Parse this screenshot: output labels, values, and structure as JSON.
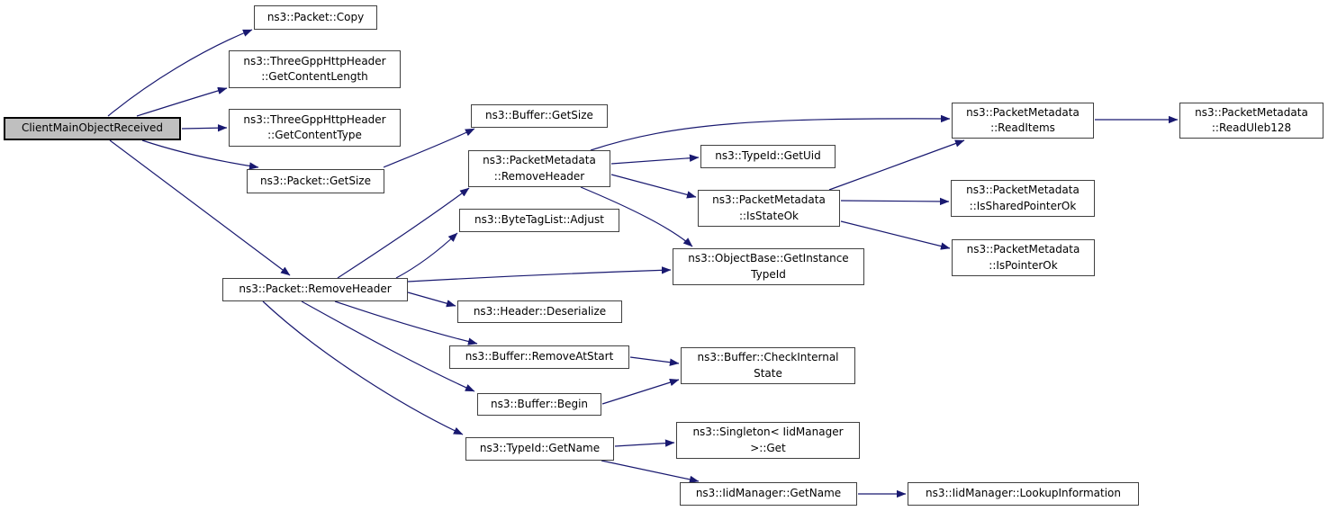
{
  "diagram": {
    "type": "call-graph",
    "root_function": "ClientMainObjectReceived",
    "colors": {
      "edge": "#191970",
      "node_border": "#404040",
      "node_fill": "#ffffff",
      "root_border": "#000000",
      "root_fill": "#bfbfbf",
      "text": "#000000",
      "background": "#ffffff"
    },
    "nodes": [
      {
        "id": "client-main-object-received",
        "highlighted": true,
        "lines": [
          "ClientMainObjectReceived"
        ]
      },
      {
        "id": "packet-copy",
        "highlighted": false,
        "lines": [
          "ns3::Packet::Copy"
        ]
      },
      {
        "id": "three-gpp-http-header-get-content-length",
        "highlighted": false,
        "lines": [
          "ns3::ThreeGppHttpHeader",
          "::GetContentLength"
        ]
      },
      {
        "id": "three-gpp-http-header-get-content-type",
        "highlighted": false,
        "lines": [
          "ns3::ThreeGppHttpHeader",
          "::GetContentType"
        ]
      },
      {
        "id": "packet-get-size",
        "highlighted": false,
        "lines": [
          "ns3::Packet::GetSize"
        ]
      },
      {
        "id": "buffer-get-size",
        "highlighted": false,
        "lines": [
          "ns3::Buffer::GetSize"
        ]
      },
      {
        "id": "packet-metadata-remove-header",
        "highlighted": false,
        "lines": [
          "ns3::PacketMetadata",
          "::RemoveHeader"
        ]
      },
      {
        "id": "byte-tag-list-adjust",
        "highlighted": false,
        "lines": [
          "ns3::ByteTagList::Adjust"
        ]
      },
      {
        "id": "packet-remove-header",
        "highlighted": false,
        "lines": [
          "ns3::Packet::RemoveHeader"
        ]
      },
      {
        "id": "typeid-get-uid",
        "highlighted": false,
        "lines": [
          "ns3::TypeId::GetUid"
        ]
      },
      {
        "id": "packet-metadata-is-state-ok",
        "highlighted": false,
        "lines": [
          "ns3::PacketMetadata",
          "::IsStateOk"
        ]
      },
      {
        "id": "object-base-get-instance-type-id",
        "highlighted": false,
        "lines": [
          "ns3::ObjectBase::GetInstance",
          "TypeId"
        ]
      },
      {
        "id": "header-deserialize",
        "highlighted": false,
        "lines": [
          "ns3::Header::Deserialize"
        ]
      },
      {
        "id": "buffer-remove-at-start",
        "highlighted": false,
        "lines": [
          "ns3::Buffer::RemoveAtStart"
        ]
      },
      {
        "id": "buffer-begin",
        "highlighted": false,
        "lines": [
          "ns3::Buffer::Begin"
        ]
      },
      {
        "id": "buffer-check-internal-state",
        "highlighted": false,
        "lines": [
          "ns3::Buffer::CheckInternal",
          "State"
        ]
      },
      {
        "id": "typeid-get-name",
        "highlighted": false,
        "lines": [
          "ns3::TypeId::GetName"
        ]
      },
      {
        "id": "singleton-iid-manager-get",
        "highlighted": false,
        "lines": [
          "ns3::Singleton< IidManager",
          ">::Get"
        ]
      },
      {
        "id": "iid-manager-get-name",
        "highlighted": false,
        "lines": [
          "ns3::IidManager::GetName"
        ]
      },
      {
        "id": "packet-metadata-read-items",
        "highlighted": false,
        "lines": [
          "ns3::PacketMetadata",
          "::ReadItems"
        ]
      },
      {
        "id": "packet-metadata-is-shared-pointer-ok",
        "highlighted": false,
        "lines": [
          "ns3::PacketMetadata",
          "::IsSharedPointerOk"
        ]
      },
      {
        "id": "packet-metadata-is-pointer-ok",
        "highlighted": false,
        "lines": [
          "ns3::PacketMetadata",
          "::IsPointerOk"
        ]
      },
      {
        "id": "packet-metadata-read-uleb128",
        "highlighted": false,
        "lines": [
          "ns3::PacketMetadata",
          "::ReadUleb128"
        ]
      },
      {
        "id": "iid-manager-lookup-information",
        "highlighted": false,
        "lines": [
          "ns3::IidManager::LookupInformation"
        ]
      }
    ],
    "edges": [
      {
        "from": "client-main-object-received",
        "to": "packet-copy"
      },
      {
        "from": "client-main-object-received",
        "to": "three-gpp-http-header-get-content-length"
      },
      {
        "from": "client-main-object-received",
        "to": "three-gpp-http-header-get-content-type"
      },
      {
        "from": "client-main-object-received",
        "to": "packet-get-size"
      },
      {
        "from": "client-main-object-received",
        "to": "packet-remove-header"
      },
      {
        "from": "packet-get-size",
        "to": "buffer-get-size"
      },
      {
        "from": "packet-remove-header",
        "to": "packet-metadata-remove-header"
      },
      {
        "from": "packet-remove-header",
        "to": "byte-tag-list-adjust"
      },
      {
        "from": "packet-remove-header",
        "to": "object-base-get-instance-type-id"
      },
      {
        "from": "packet-remove-header",
        "to": "header-deserialize"
      },
      {
        "from": "packet-remove-header",
        "to": "buffer-remove-at-start"
      },
      {
        "from": "packet-remove-header",
        "to": "buffer-begin"
      },
      {
        "from": "packet-remove-header",
        "to": "typeid-get-name"
      },
      {
        "from": "packet-metadata-remove-header",
        "to": "packet-metadata-read-items"
      },
      {
        "from": "packet-metadata-remove-header",
        "to": "typeid-get-uid"
      },
      {
        "from": "packet-metadata-remove-header",
        "to": "packet-metadata-is-state-ok"
      },
      {
        "from": "packet-metadata-remove-header",
        "to": "object-base-get-instance-type-id"
      },
      {
        "from": "packet-metadata-is-state-ok",
        "to": "packet-metadata-read-items"
      },
      {
        "from": "packet-metadata-is-state-ok",
        "to": "packet-metadata-is-shared-pointer-ok"
      },
      {
        "from": "packet-metadata-is-state-ok",
        "to": "packet-metadata-is-pointer-ok"
      },
      {
        "from": "packet-metadata-read-items",
        "to": "packet-metadata-read-uleb128"
      },
      {
        "from": "buffer-remove-at-start",
        "to": "buffer-check-internal-state"
      },
      {
        "from": "buffer-begin",
        "to": "buffer-check-internal-state"
      },
      {
        "from": "typeid-get-name",
        "to": "singleton-iid-manager-get"
      },
      {
        "from": "typeid-get-name",
        "to": "iid-manager-get-name"
      },
      {
        "from": "iid-manager-get-name",
        "to": "iid-manager-lookup-information"
      }
    ]
  }
}
